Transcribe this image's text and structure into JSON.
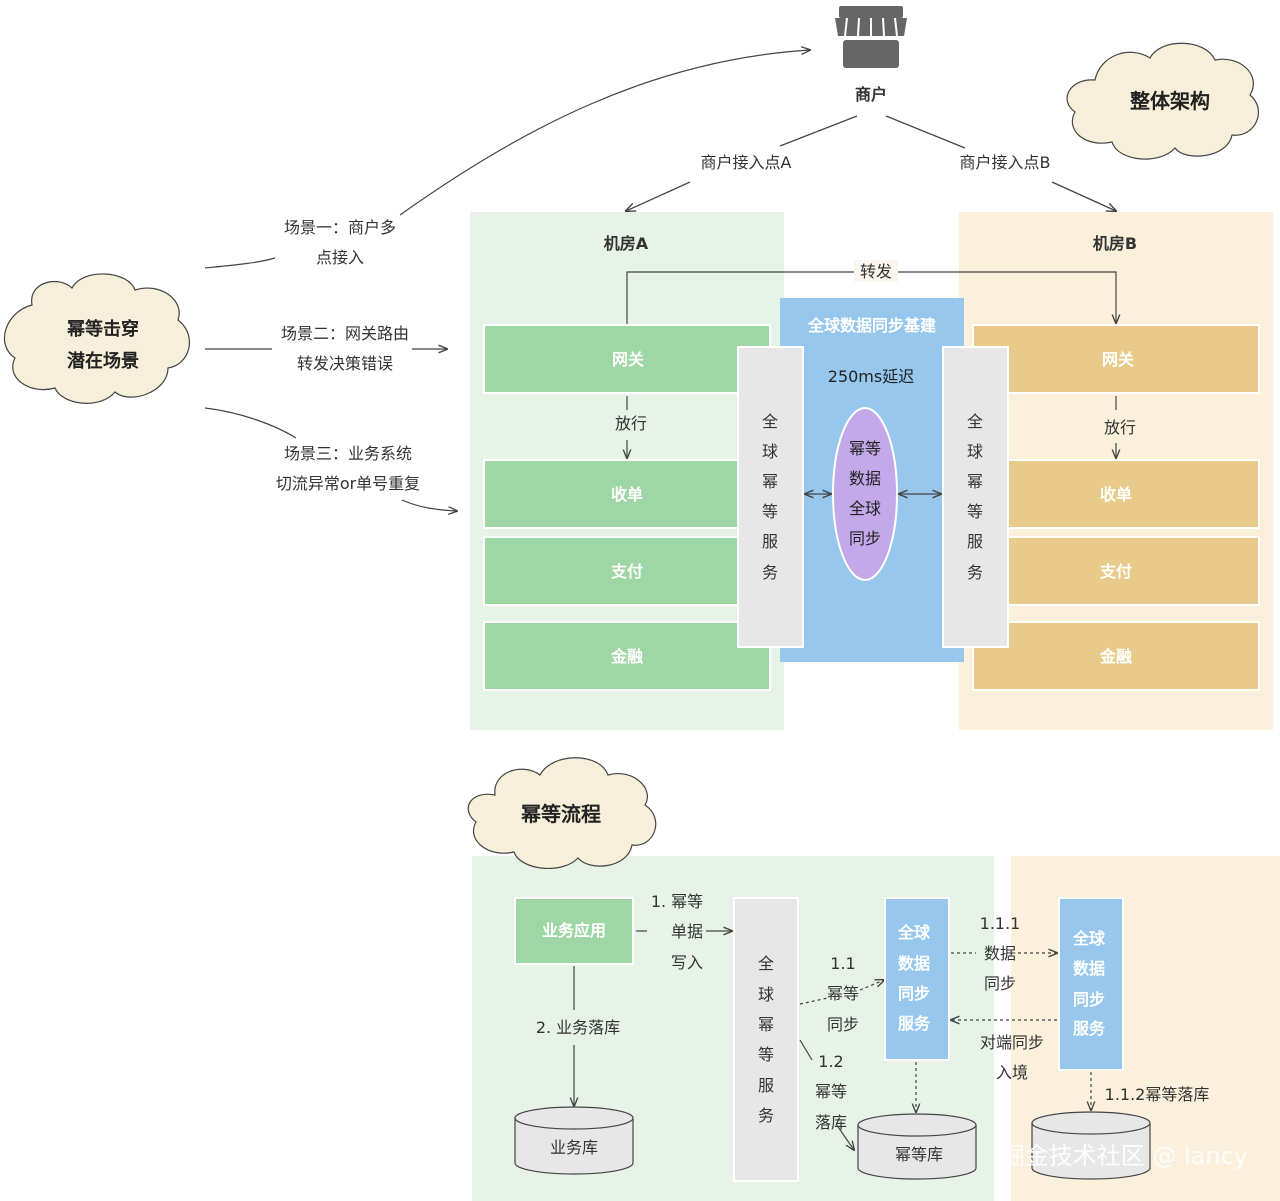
{
  "top": {
    "merchant": "商户",
    "entry_a": "商户接入点A",
    "entry_b": "商户接入点B",
    "cloud_overall": "整体架构",
    "cloud_scenes": [
      "幂等击穿",
      "潜在场景"
    ],
    "scene1": [
      "场景一：商户多",
      "点接入"
    ],
    "scene2": [
      "场景二：网关路由",
      "转发决策错误"
    ],
    "scene3": [
      "场景三：业务系统",
      "切流异常or单号重复"
    ],
    "room_a": "机房A",
    "room_b": "机房B",
    "forward": "转发",
    "gateway": "网关",
    "pass": "放行",
    "order": "收单",
    "pay": "支付",
    "finance": "金融",
    "sync_base": "全球数据同步基建",
    "latency": "250ms延迟",
    "idem_service_chars": [
      "全",
      "球",
      "幂",
      "等",
      "服",
      "务"
    ],
    "ellipse_lines": [
      "幂等",
      "数据",
      "全球",
      "同步"
    ]
  },
  "bottom": {
    "cloud_flow": "幂等流程",
    "biz_app": "业务应用",
    "step1": [
      "1. 幂等",
      "单据",
      "写入"
    ],
    "step2": "2. 业务落库",
    "biz_db": "业务库",
    "idem_service_chars": [
      "全",
      "球",
      "幂",
      "等",
      "服",
      "务"
    ],
    "step11": [
      "1.1",
      "幂等",
      "同步"
    ],
    "step12": [
      "1.2",
      "幂等",
      "落库"
    ],
    "sync_service_chars": [
      "全球",
      "数据",
      "同步",
      "服务"
    ],
    "step111": [
      "1.1.1",
      "数据",
      "同步"
    ],
    "peer_sync": [
      "对端同步",
      "入境"
    ],
    "idem_db": "幂等库",
    "step112": "1.1.2幂等落库",
    "watermark": "掘金技术社区 @ lancy"
  },
  "colors": {
    "green_bg": "#e6f3e6",
    "green_box": "#9fd6a6",
    "yellow_bg": "#fbf0dc",
    "yellow_box": "#e8cb8a",
    "blue": "#97c7ec",
    "gray_box": "#e6e7e6",
    "purple": "#c3a8ea",
    "cloud": "#f7efd9"
  },
  "icons": [
    "store-icon",
    "cloud-icon",
    "database-icon"
  ]
}
